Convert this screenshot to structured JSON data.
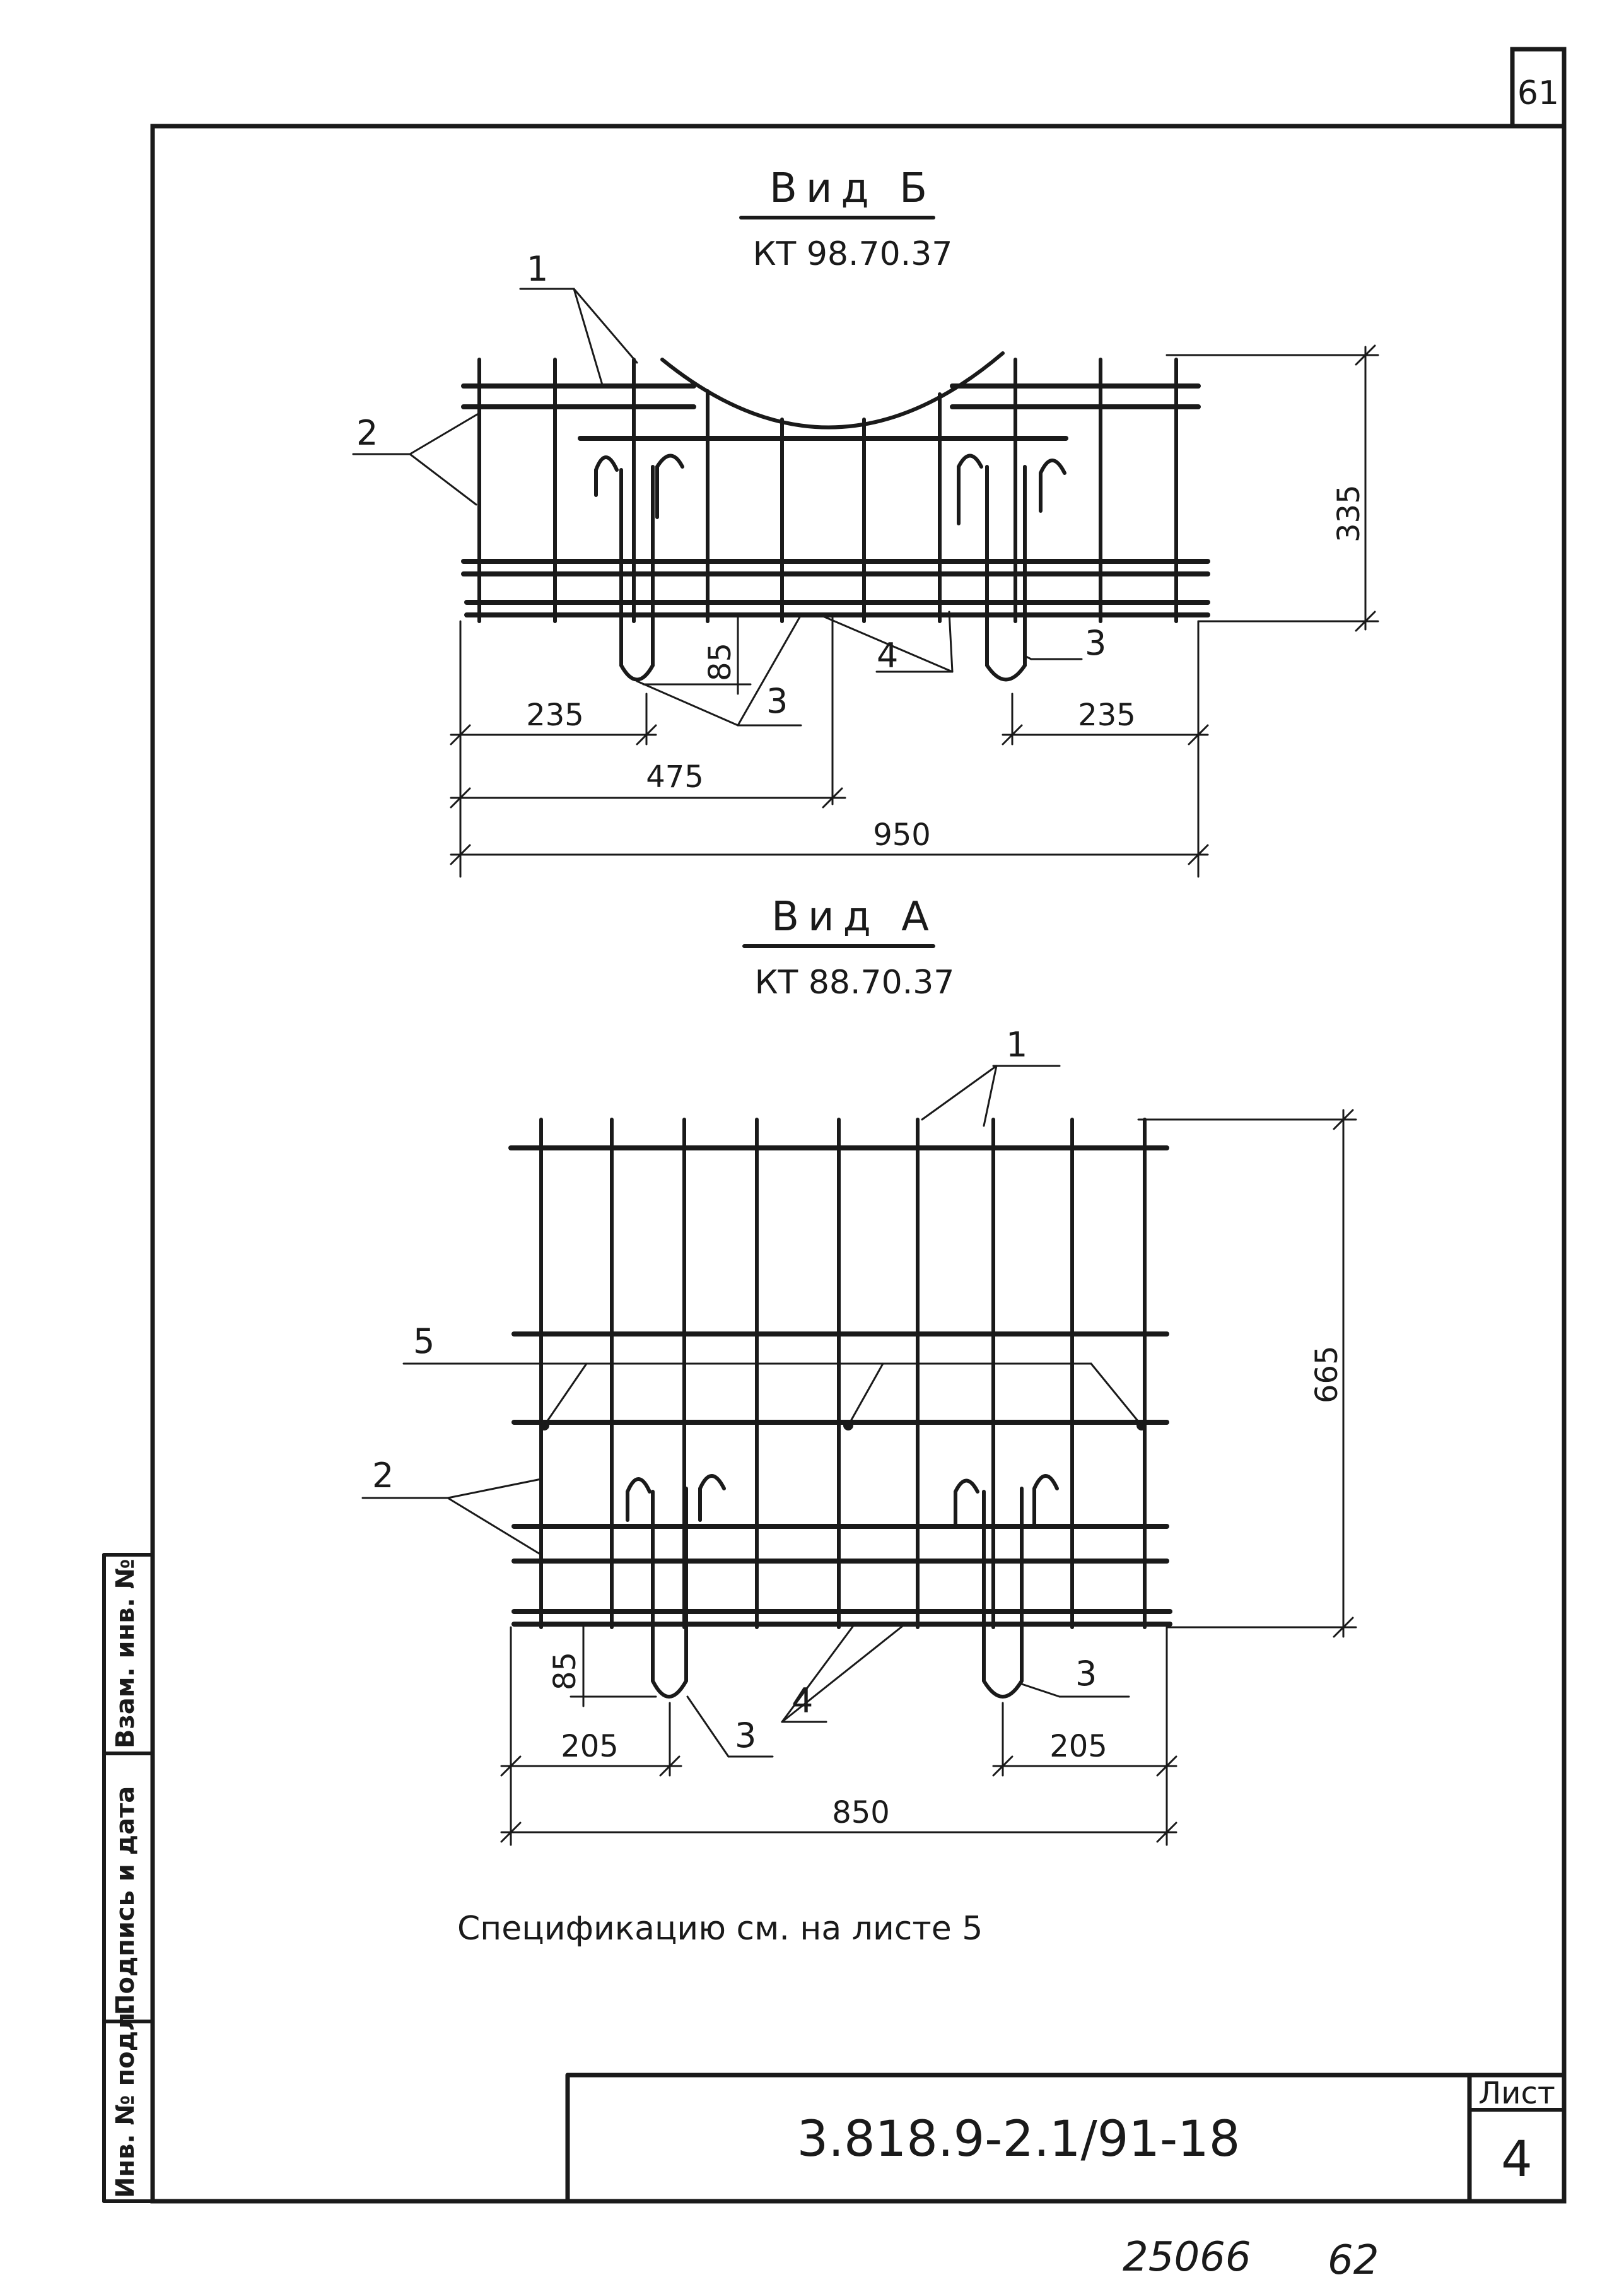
{
  "sheet_corner_number": "61",
  "view_b": {
    "title": "Вид Б",
    "code": "КТ 98.70.37",
    "labels": {
      "pos1": "1",
      "pos2": "2",
      "pos3_right": "3",
      "pos3_lower": "3",
      "pos4": "4"
    },
    "dims": {
      "height": "335",
      "hook_offset": "85",
      "left": "235",
      "right": "235",
      "half": "475",
      "total": "950"
    }
  },
  "view_a": {
    "title": "Вид А",
    "code": "КТ 88.70.37",
    "labels": {
      "pos1": "1",
      "pos5": "5",
      "pos2": "2",
      "pos3_right": "3",
      "pos3_lower": "3",
      "pos4": "4"
    },
    "dims": {
      "height": "665",
      "hook_offset": "85",
      "left": "205",
      "right": "205",
      "total": "850"
    }
  },
  "note": "Спецификацию см. на листе 5",
  "title_block": {
    "document_code": "3.818.9-2.1/91-18",
    "sheet_label": "Лист",
    "sheet_number": "4"
  },
  "side_stamp": {
    "field1": "Инв. № подл.",
    "field2": "Подпись и дата",
    "field3": "Взам. инв. №"
  },
  "footer": {
    "archive_number": "25066",
    "page_number": "62"
  }
}
